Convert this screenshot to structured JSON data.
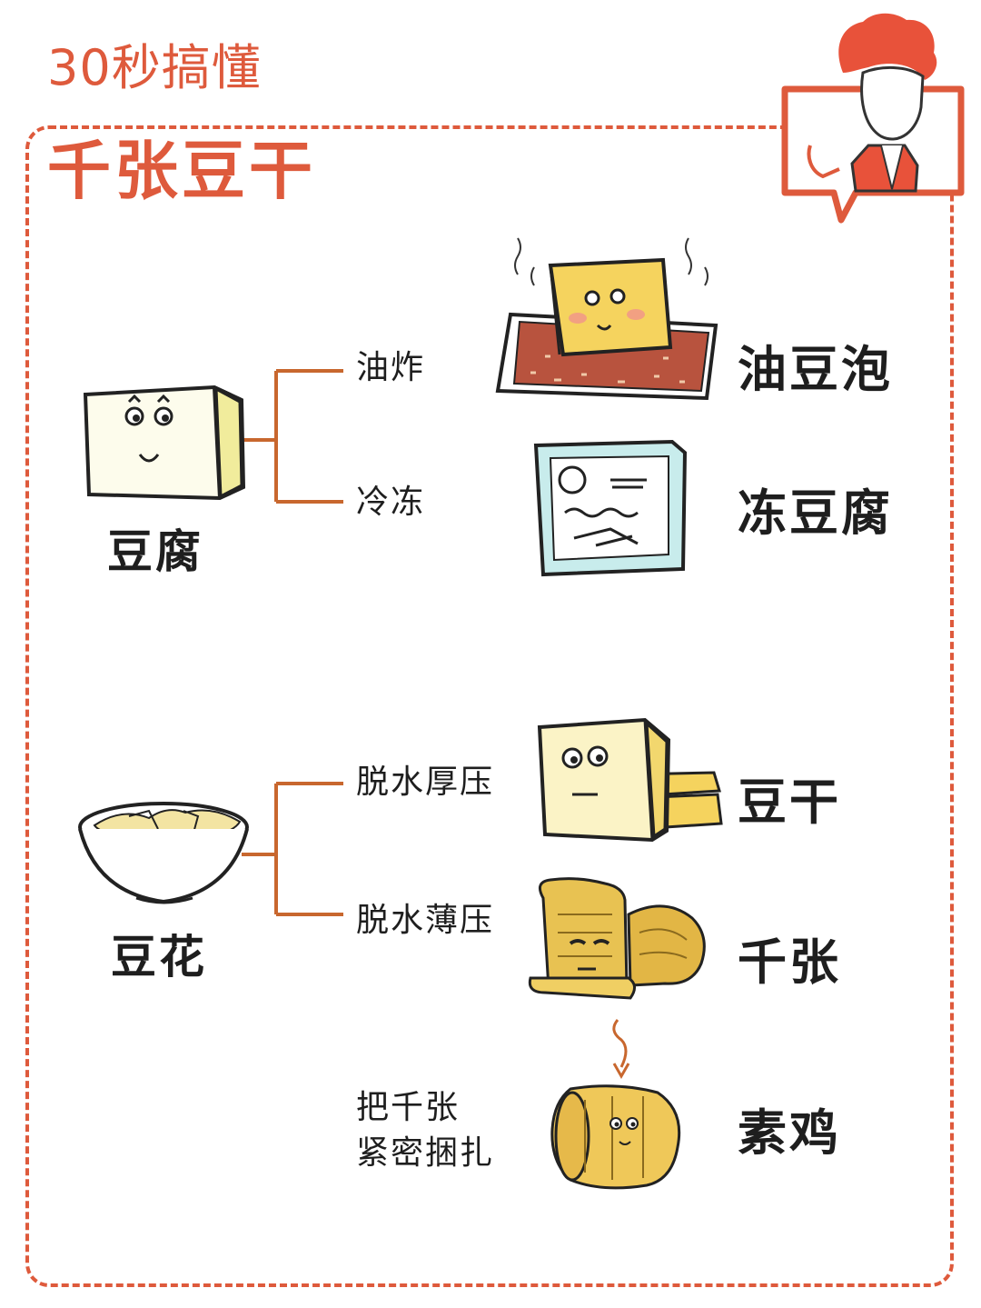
{
  "header": {
    "series": "30秒搞懂",
    "title": "千张豆干"
  },
  "colors": {
    "accent": "#de5a3c",
    "branch": "#c8672e",
    "text": "#1e1e1e"
  },
  "groups": [
    {
      "source": "豆腐",
      "branches": [
        {
          "method": "油炸",
          "product": "油豆泡"
        },
        {
          "method": "冷冻",
          "product": "冻豆腐"
        }
      ]
    },
    {
      "source": "豆花",
      "branches": [
        {
          "method": "脱水厚压",
          "product": "豆干"
        },
        {
          "method": "脱水薄压",
          "product": "千张"
        }
      ]
    }
  ],
  "extra": {
    "method_line1": "把千张",
    "method_line2": "紧密捆扎",
    "product": "素鸡"
  }
}
